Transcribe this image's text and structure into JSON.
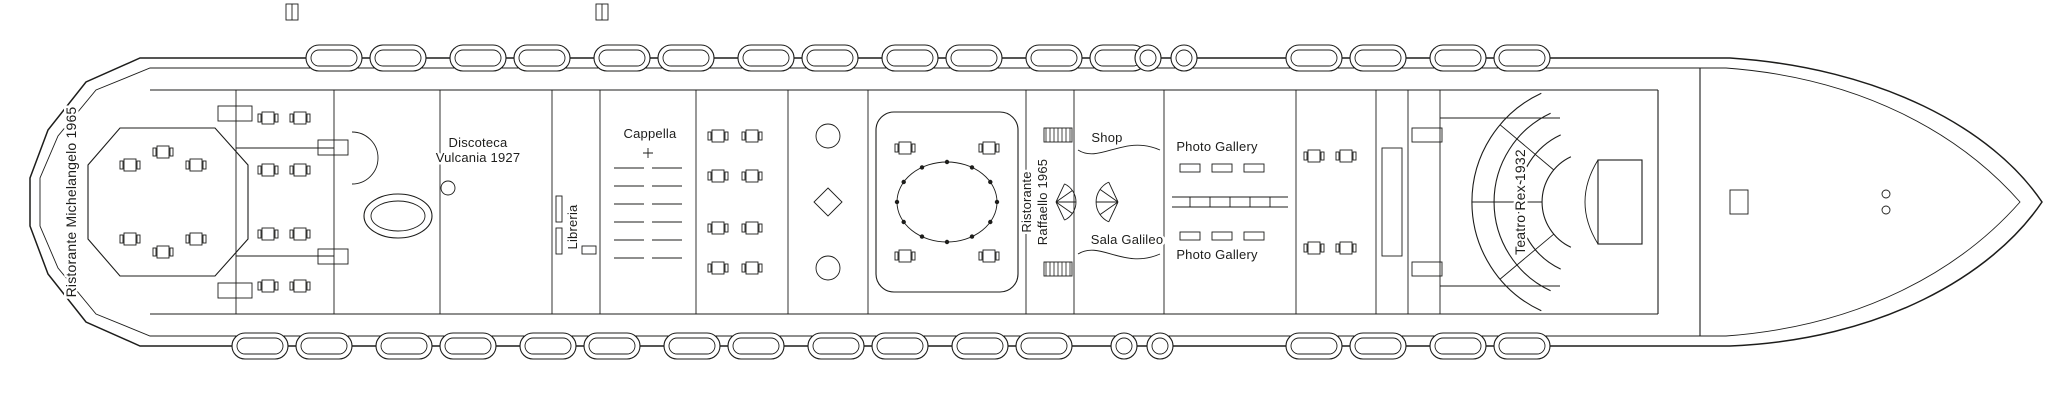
{
  "diagram": {
    "type": "cruise-ship-deck-plan",
    "orientation": "bow-right"
  },
  "labels": {
    "michelangelo": "Ristorante Michelangelo 1965",
    "discoteca_1": "Discoteca",
    "discoteca_2": "Vulcania 1927",
    "cappella": "Cappella",
    "libreria": "Libreria",
    "raffaello_1": "Ristorante",
    "raffaello_2": "Raffaello 1965",
    "shop": "Shop",
    "photo_gallery_top": "Photo Gallery",
    "sala_galileo": "Sala Galileo",
    "photo_gallery_bottom": "Photo Gallery",
    "teatro": "Teatro Rex 1932"
  },
  "icons": {
    "lifeboat": "lifeboat-icon",
    "life_raft": "life-raft-icon",
    "table": "table-icon",
    "stairs": "stairs-icon"
  },
  "colors": {
    "ink": "#1d1d1b",
    "paper": "#ffffff"
  }
}
